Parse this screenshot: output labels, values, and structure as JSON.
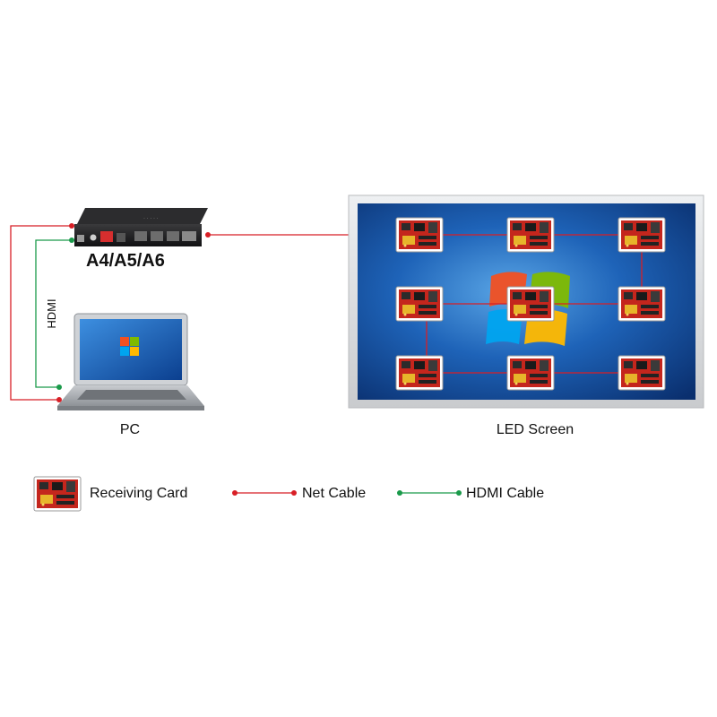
{
  "controller": {
    "model_label": "A4/A5/A6",
    "icon": "led-controller-box-icon"
  },
  "pc": {
    "label": "PC",
    "icon": "laptop-icon"
  },
  "screen": {
    "label": "LED Screen",
    "icon": "led-screen-icon",
    "background_icon": "windows-logo-icon"
  },
  "cables": {
    "hdmi_vertical_label": "HDMI"
  },
  "receiving_cards": {
    "rows": 3,
    "cols": 3,
    "icon": "receiving-card-icon"
  },
  "legend": {
    "receiving_card": "Receiving Card",
    "net_cable": "Net Cable",
    "hdmi_cable": "HDMI Cable"
  },
  "colors": {
    "net_cable": "#d81f26",
    "hdmi_cable": "#1a9a4a",
    "screen_frame": "#d9dadc",
    "desktop_blue": "#1e63b8",
    "card_red": "#c4261d"
  }
}
